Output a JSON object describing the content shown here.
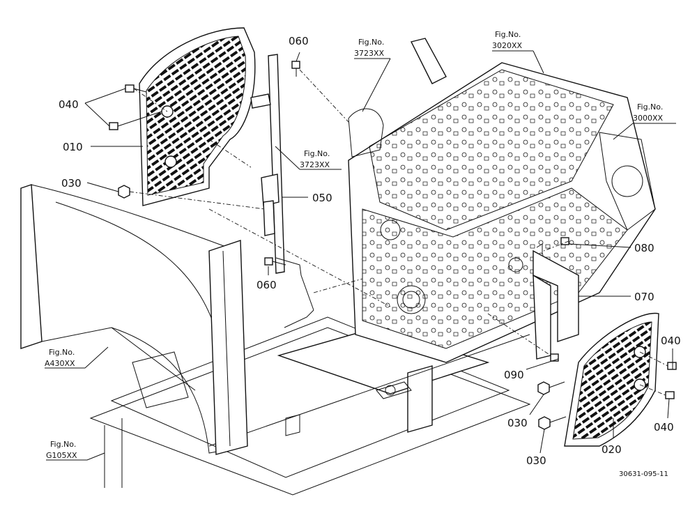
{
  "diagram": {
    "part_numbers": {
      "p010": "010",
      "p020": "020",
      "p030_left": "030",
      "p030_right_a": "030",
      "p030_right_b": "030",
      "p040_left": "040",
      "p040_right_a": "040",
      "p040_right_b": "040",
      "p050": "050",
      "p060_top": "060",
      "p060_bottom": "060",
      "p070": "070",
      "p080": "080",
      "p090": "090"
    },
    "figure_refs": [
      {
        "label": "Fig.No.",
        "code": "3723XX"
      },
      {
        "label": "Fig.No.",
        "code": "3020XX"
      },
      {
        "label": "Fig.No.",
        "code": "3000XX"
      },
      {
        "label": "Fig.No.",
        "code": "3723XX"
      },
      {
        "label": "Fig.No.",
        "code": "A430XX"
      },
      {
        "label": "Fig.No.",
        "code": "G105XX"
      }
    ],
    "document_code": "30631-095-11",
    "line_color": "#111111",
    "background_color": "#ffffff"
  }
}
